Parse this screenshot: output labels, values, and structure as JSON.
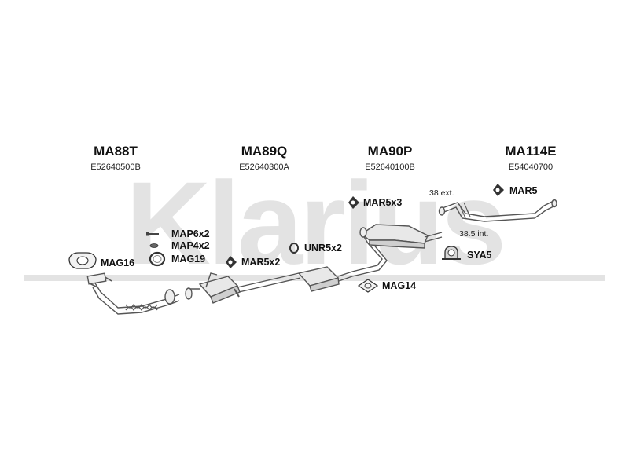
{
  "watermark": {
    "text": "Klarius",
    "color": "#e3e3e3"
  },
  "columns": [
    {
      "part": "MA88T",
      "ref": "E52640500B"
    },
    {
      "part": "MA89Q",
      "ref": "E52640300A"
    },
    {
      "part": "MA90P",
      "ref": "E52640100B"
    },
    {
      "part": "MA114E",
      "ref": "E54040700"
    }
  ],
  "fittings": {
    "map6": "MAP6x2",
    "map4": "MAP4x2",
    "mag19": "MAG19",
    "mag16": "MAG16",
    "mar5x2": "MAR5x2",
    "unr5x2": "UNR5x2",
    "mar5x3": "MAR5x3",
    "mag14": "MAG14",
    "mar5": "MAR5",
    "sya5": "SYA5"
  },
  "notes": {
    "ext": "38 ext.",
    "int": "38.5 int."
  },
  "colors": {
    "pipe": "#555555",
    "pipe_fill": "#e8e8e8",
    "dark": "#222222"
  }
}
